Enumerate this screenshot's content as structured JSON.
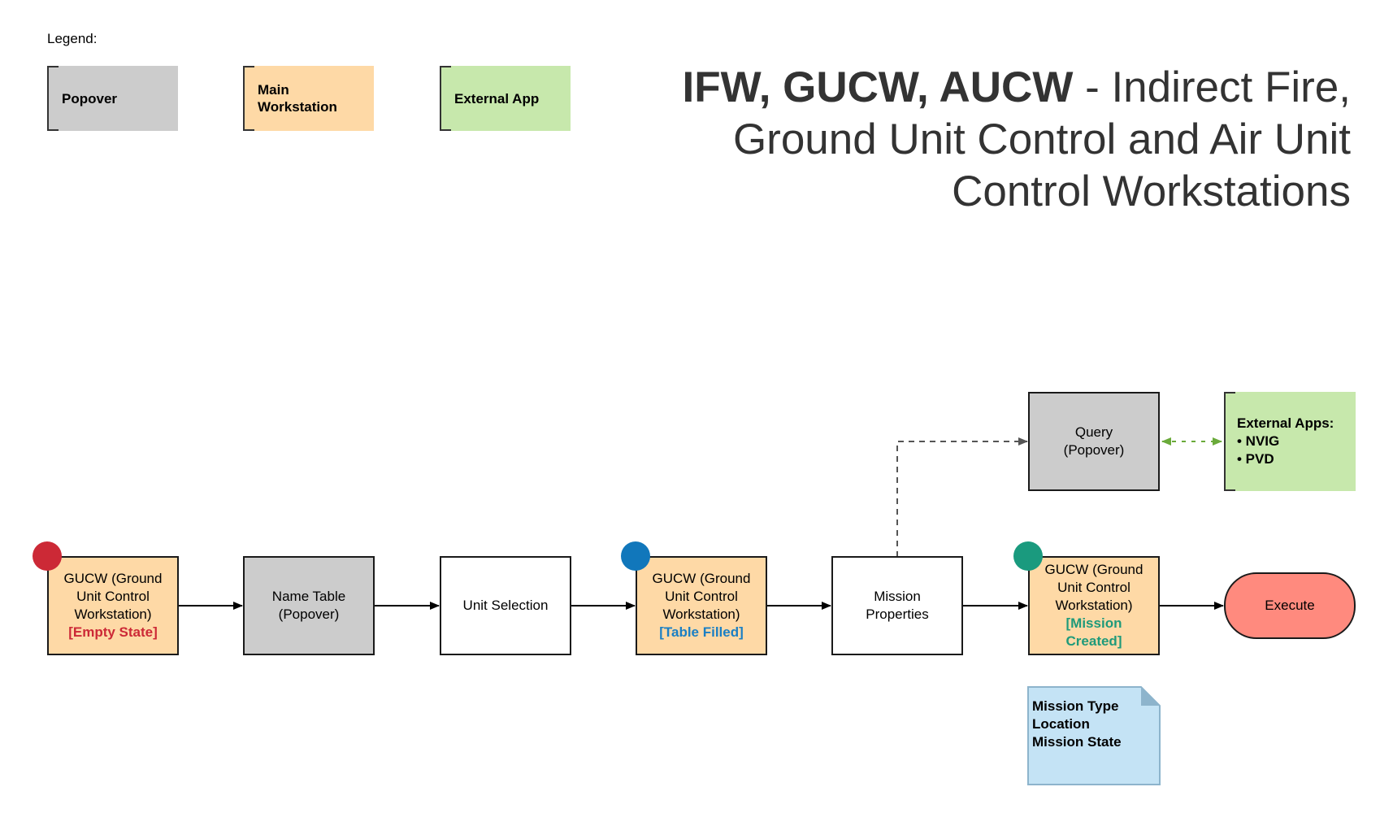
{
  "legend": {
    "label": "Legend:",
    "items": [
      {
        "label": "Popover",
        "color": "#cccccc"
      },
      {
        "label": "Main Workstation",
        "color": "#fed9a6"
      },
      {
        "label": "External App",
        "color": "#c7e8ac"
      }
    ]
  },
  "title": {
    "bold": "IFW, GUCW, AUCW",
    "rest": " - Indirect Fire, Ground Unit Control and Air Unit Control Workstations"
  },
  "nodes": {
    "gucw_empty": {
      "label": "GUCW (Ground Unit Control Workstation)",
      "tag": "[Empty State]",
      "tag_color": "#cc2936",
      "dot_color": "#cc2936"
    },
    "name_table": {
      "label": "Name Table (Popover)"
    },
    "unit_selection": {
      "label": "Unit Selection"
    },
    "gucw_filled": {
      "label": "GUCW (Ground Unit Control Workstation)",
      "tag": "[Table Filled]",
      "tag_color": "#1a7fc4",
      "dot_color": "#1177bb"
    },
    "mission_properties": {
      "label": "Mission Properties"
    },
    "gucw_created": {
      "label": "GUCW (Ground Unit Control Workstation)",
      "tag": "[Mission Created]",
      "tag_color": "#1e9a7a",
      "dot_color": "#1a9a7e"
    },
    "execute": {
      "label": "Execute"
    },
    "query": {
      "label": "Query (Popover)"
    },
    "external_apps": {
      "title": "External Apps:",
      "items": [
        "• NVIG",
        "• PVD"
      ]
    }
  },
  "note": {
    "lines": [
      "Mission Type",
      "Location",
      "Mission State"
    ]
  }
}
